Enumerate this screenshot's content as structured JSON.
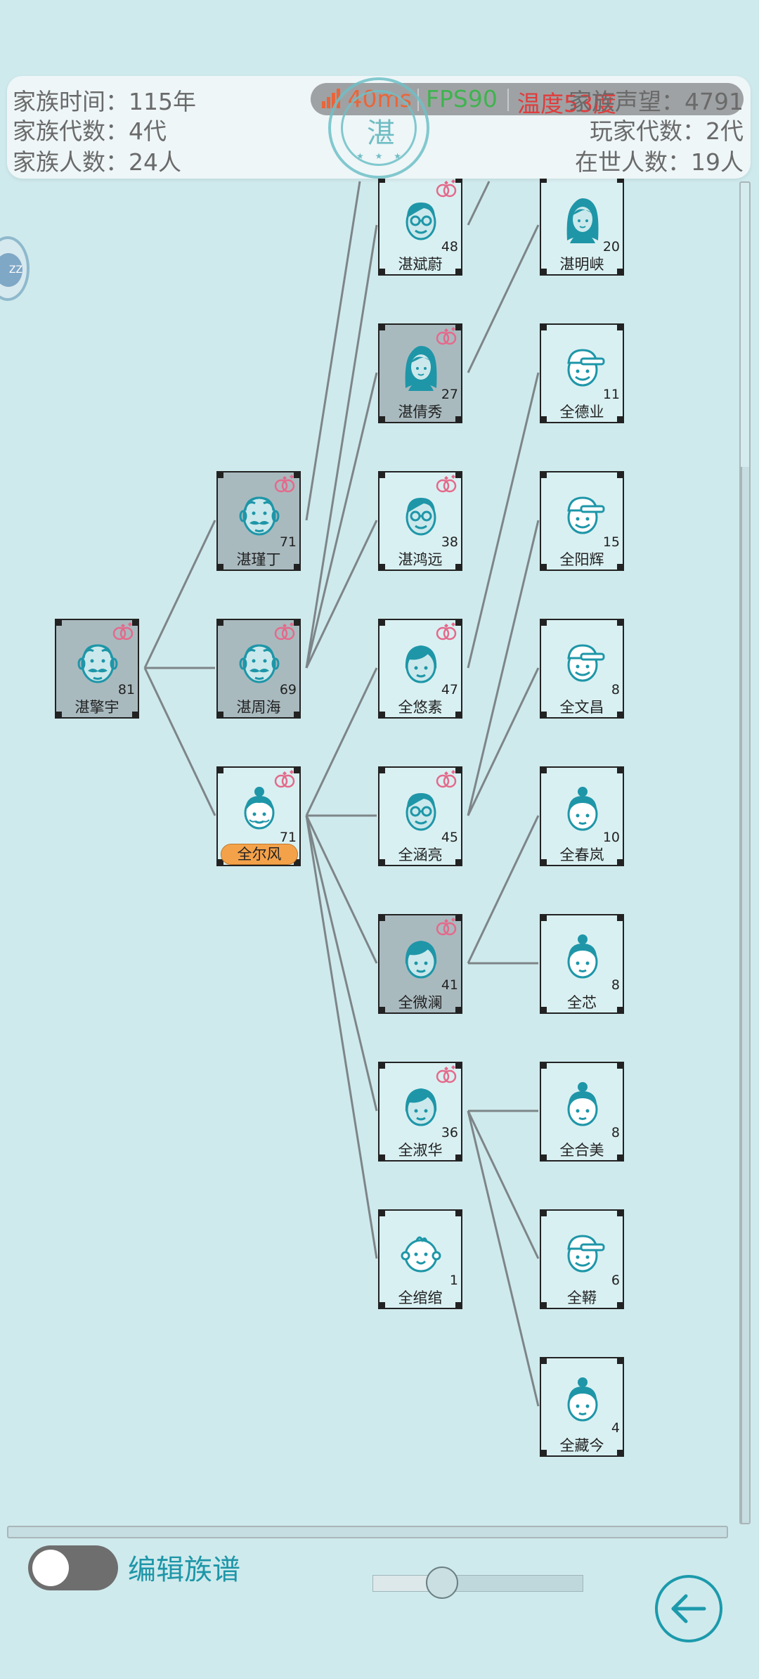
{
  "header": {
    "family_time": "家族时间：115年",
    "family_generations": "家族代数：4代",
    "family_population": "家族人数：24人",
    "prestige": "家族声望：4791",
    "player_generations": "玩家代数：2代",
    "living_count": "在世人数：19人"
  },
  "performance": {
    "ping": "40ms",
    "fps": "FPS90",
    "temperature": "温度53度",
    "ping_color": "#e8663a",
    "fps_color": "#3fb34f",
    "temp_color": "#e03c3c"
  },
  "seal": {
    "char": "湛",
    "stars": "★ ★ ★"
  },
  "side_bubble": {
    "text": "ZZ"
  },
  "members": [
    {
      "id": "m1",
      "name": "湛擎宇",
      "age": "81",
      "face": "elder-mustache-icon",
      "deceased": true,
      "married": true
    },
    {
      "id": "m2",
      "name": "湛瑾丁",
      "age": "71",
      "face": "elder-mustache-icon",
      "deceased": true,
      "married": true
    },
    {
      "id": "m3",
      "name": "湛周海",
      "age": "69",
      "face": "elder-mustache-icon",
      "deceased": true,
      "married": true
    },
    {
      "id": "m4",
      "name": "全尔风",
      "age": "71",
      "face": "elder-woman-bun-icon",
      "deceased": false,
      "married": true,
      "player": true
    },
    {
      "id": "m5",
      "name": "湛斌蔚",
      "age": "48",
      "face": "man-glasses-icon",
      "deceased": false,
      "married": true
    },
    {
      "id": "m6",
      "name": "湛倩秀",
      "age": "27",
      "face": "woman-long-hair-icon",
      "deceased": true,
      "married": true
    },
    {
      "id": "m7",
      "name": "湛鸿远",
      "age": "38",
      "face": "man-glasses-icon",
      "deceased": false,
      "married": true
    },
    {
      "id": "m8",
      "name": "全悠素",
      "age": "47",
      "face": "woman-short-hair-icon",
      "deceased": false,
      "married": true
    },
    {
      "id": "m9",
      "name": "全涵亮",
      "age": "45",
      "face": "man-glasses-icon",
      "deceased": false,
      "married": true
    },
    {
      "id": "m10",
      "name": "全微澜",
      "age": "41",
      "face": "woman-short-hair-icon",
      "deceased": true,
      "married": true
    },
    {
      "id": "m11",
      "name": "全淑华",
      "age": "36",
      "face": "woman-short-hair-icon",
      "deceased": false,
      "married": true
    },
    {
      "id": "m12",
      "name": "全绾绾",
      "age": "1",
      "face": "baby-icon",
      "deceased": false,
      "married": false
    },
    {
      "id": "m13",
      "name": "湛明峡",
      "age": "20",
      "face": "woman-long-hair-icon",
      "deceased": false,
      "married": false
    },
    {
      "id": "m14",
      "name": "全德业",
      "age": "11",
      "face": "boy-cap-icon",
      "deceased": false,
      "married": false
    },
    {
      "id": "m15",
      "name": "全阳辉",
      "age": "15",
      "face": "boy-cap-icon",
      "deceased": false,
      "married": false
    },
    {
      "id": "m16",
      "name": "全文昌",
      "age": "8",
      "face": "boy-cap-icon",
      "deceased": false,
      "married": false
    },
    {
      "id": "m17",
      "name": "全春岚",
      "age": "10",
      "face": "girl-bun-icon",
      "deceased": false,
      "married": false
    },
    {
      "id": "m18",
      "name": "全芯",
      "age": "8",
      "face": "girl-bun-icon",
      "deceased": false,
      "married": false
    },
    {
      "id": "m19",
      "name": "全合美",
      "age": "8",
      "face": "girl-bun-icon",
      "deceased": false,
      "married": false
    },
    {
      "id": "m20",
      "name": "全鞯",
      "age": "6",
      "face": "boy-cap-icon",
      "deceased": false,
      "married": false
    },
    {
      "id": "m21",
      "name": "全藏今",
      "age": "4",
      "face": "girl-bun-icon",
      "deceased": false,
      "married": false
    }
  ],
  "bottom": {
    "edit_toggle_label": "编辑族谱",
    "edit_toggle_on": false,
    "zoom_level": 0.33
  }
}
